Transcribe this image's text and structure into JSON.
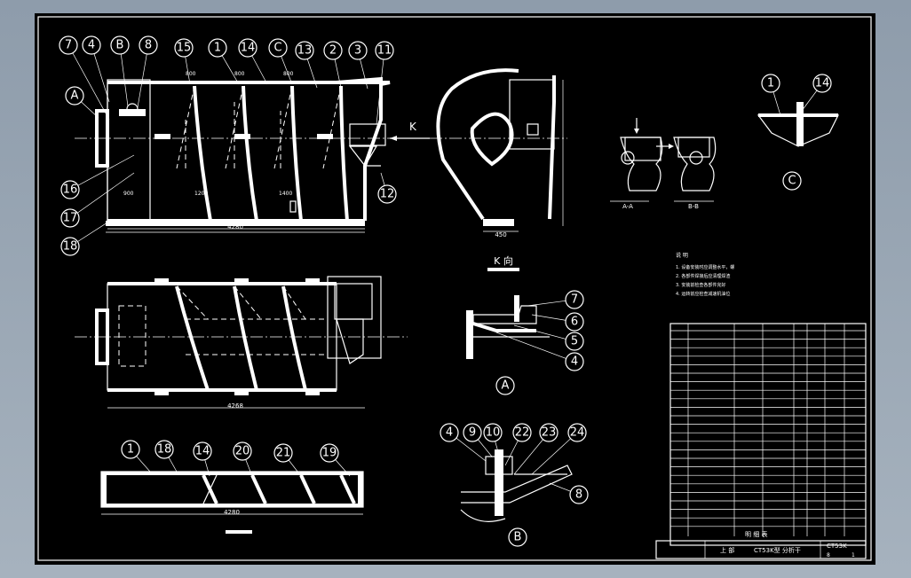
{
  "drawing": {
    "bg_color": "#000000",
    "frame_color": "#a5b1bd",
    "line_color": "#ffffff",
    "callouts_front": [
      {
        "id": "c7",
        "label": "7"
      },
      {
        "id": "c4",
        "label": "4"
      },
      {
        "id": "cB",
        "label": "B"
      },
      {
        "id": "c8",
        "label": "8"
      },
      {
        "id": "c15",
        "label": "15"
      },
      {
        "id": "c1",
        "label": "1"
      },
      {
        "id": "c14",
        "label": "14"
      },
      {
        "id": "cC",
        "label": "C"
      },
      {
        "id": "c13",
        "label": "13"
      },
      {
        "id": "c2",
        "label": "2"
      },
      {
        "id": "c3",
        "label": "3"
      },
      {
        "id": "c11",
        "label": "11"
      },
      {
        "id": "cA",
        "label": "A"
      },
      {
        "id": "c16",
        "label": "16"
      },
      {
        "id": "c17",
        "label": "17"
      },
      {
        "id": "c18",
        "label": "18"
      },
      {
        "id": "c12",
        "label": "12"
      }
    ],
    "callouts_detail_a": [
      {
        "id": "da7",
        "label": "7"
      },
      {
        "id": "da6",
        "label": "6"
      },
      {
        "id": "da5",
        "label": "5"
      },
      {
        "id": "da4",
        "label": "4"
      },
      {
        "id": "daA",
        "label": "A"
      }
    ],
    "callouts_detail_b": [
      {
        "id": "db4",
        "label": "4"
      },
      {
        "id": "db9",
        "label": "9"
      },
      {
        "id": "db10",
        "label": "10"
      },
      {
        "id": "db22",
        "label": "22"
      },
      {
        "id": "db23",
        "label": "23"
      },
      {
        "id": "db24",
        "label": "24"
      },
      {
        "id": "db8",
        "label": "8"
      },
      {
        "id": "dbB",
        "label": "B"
      }
    ],
    "callouts_frame": [
      {
        "id": "f1",
        "label": "1"
      },
      {
        "id": "f18",
        "label": "18"
      },
      {
        "id": "f14",
        "label": "14"
      },
      {
        "id": "f20",
        "label": "20"
      },
      {
        "id": "f21",
        "label": "21"
      },
      {
        "id": "f19",
        "label": "19"
      }
    ],
    "callouts_detail_c": [
      {
        "id": "dc1",
        "label": "1"
      },
      {
        "id": "dc14",
        "label": "14"
      },
      {
        "id": "dcC",
        "label": "C"
      }
    ],
    "k_arrow_label": "K",
    "k_view_label": "K 向",
    "dims": {
      "front_overall": "4280",
      "top_overall": "4268",
      "frame_overall": "4280",
      "k_bottom": "450"
    },
    "title_block": {
      "designation": "CT53K",
      "name": "CT53K型 分析干",
      "sheet_mark": "上 部",
      "sheet_no": "8",
      "scale": "1"
    }
  }
}
